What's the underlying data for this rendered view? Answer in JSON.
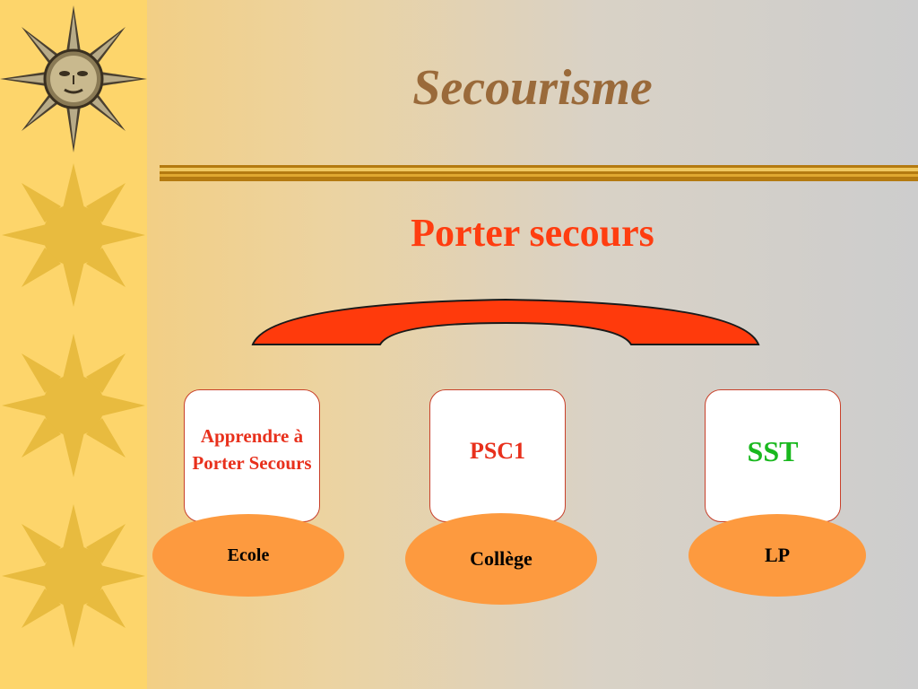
{
  "slide": {
    "title": "Secourisme",
    "subtitle": "Porter secours"
  },
  "diagram": {
    "nodes": [
      {
        "label": "Apprendre à Porter Secours",
        "level": "Ecole",
        "label_color": "#e8301c"
      },
      {
        "label": "PSC1",
        "level": "Collège",
        "label_color": "#e8301c"
      },
      {
        "label": "SST",
        "level": "LP",
        "label_color": "#19b81e"
      }
    ]
  },
  "colors": {
    "title": "#9a6a3a",
    "subtitle": "#ff3d10",
    "arch": "#ff3a0c",
    "oval": "#fd9a3f",
    "side_strip": "#fdd56b"
  }
}
